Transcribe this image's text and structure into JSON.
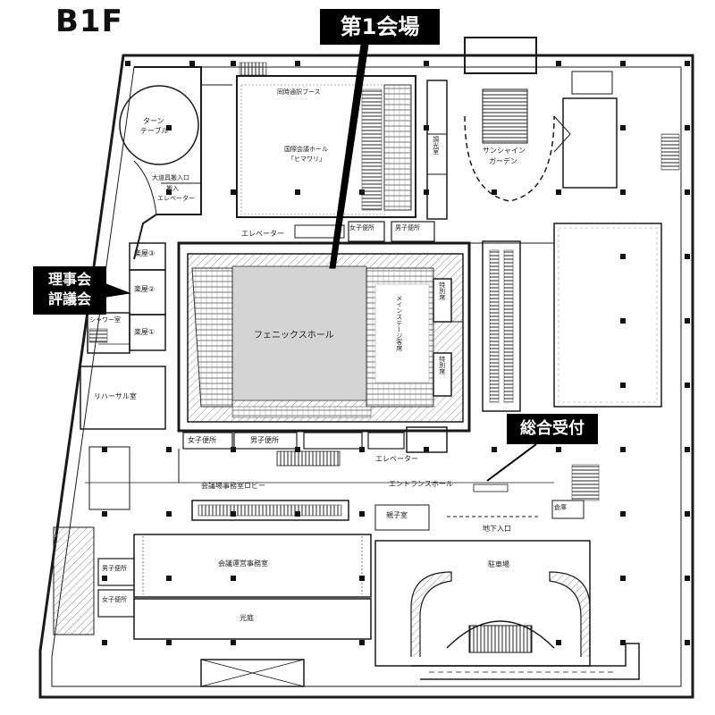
{
  "floor_title": "B1F",
  "callouts": {
    "hall1": "第1会場",
    "board_line1": "理事会",
    "board_line2": "評議会",
    "reception": "総合受付"
  },
  "rooms": {
    "turntable_line1": "ターン",
    "turntable_line2": "テーブル",
    "interpretation_booth": "同時通訳ブース",
    "himawari_line1": "国際会議ホール",
    "himawari_line2": "「ヒマワリ」",
    "control_room": "調光室",
    "sunshine_line1": "サンシャイン",
    "sunshine_line2": "ガーデン",
    "large_entrance": "大道具搬入口",
    "freight_elevator_line1": "搬入",
    "freight_elevator_line2": "エレベーター",
    "elevator_upper": "エレベーター",
    "womens_upper": "女子便所",
    "mens_upper": "男子便所",
    "green1": "楽屋①",
    "green2": "楽屋②",
    "green3": "楽屋③",
    "shower": "シャワー室",
    "phoenix_hall": "フェニックスホール",
    "special_seats1": "特別席",
    "special_seats2": "特別席",
    "stalls": "メインステージ客席",
    "rehearsal": "リハーサル室",
    "womens_lower": "女子便所",
    "mens_lower": "男子便所",
    "elevator_lower": "エレベーター",
    "secretariat_lobby": "会議場事務室ロビー",
    "entrance_hall": "エントランスホール",
    "nursing": "親子室",
    "storage": "倉庫",
    "underground_entrance": "地下入口",
    "parking": "駐車場",
    "exhibition": "会議運営事務室",
    "mens_left": "男子便所",
    "womens_left": "女子便所",
    "skylight": "光庭"
  },
  "colors": {
    "wall": "#1a1a1a",
    "hatch": "#777777",
    "hall_fill": "#d4d4d4",
    "callout_bg": "#000000",
    "callout_text": "#ffffff"
  }
}
